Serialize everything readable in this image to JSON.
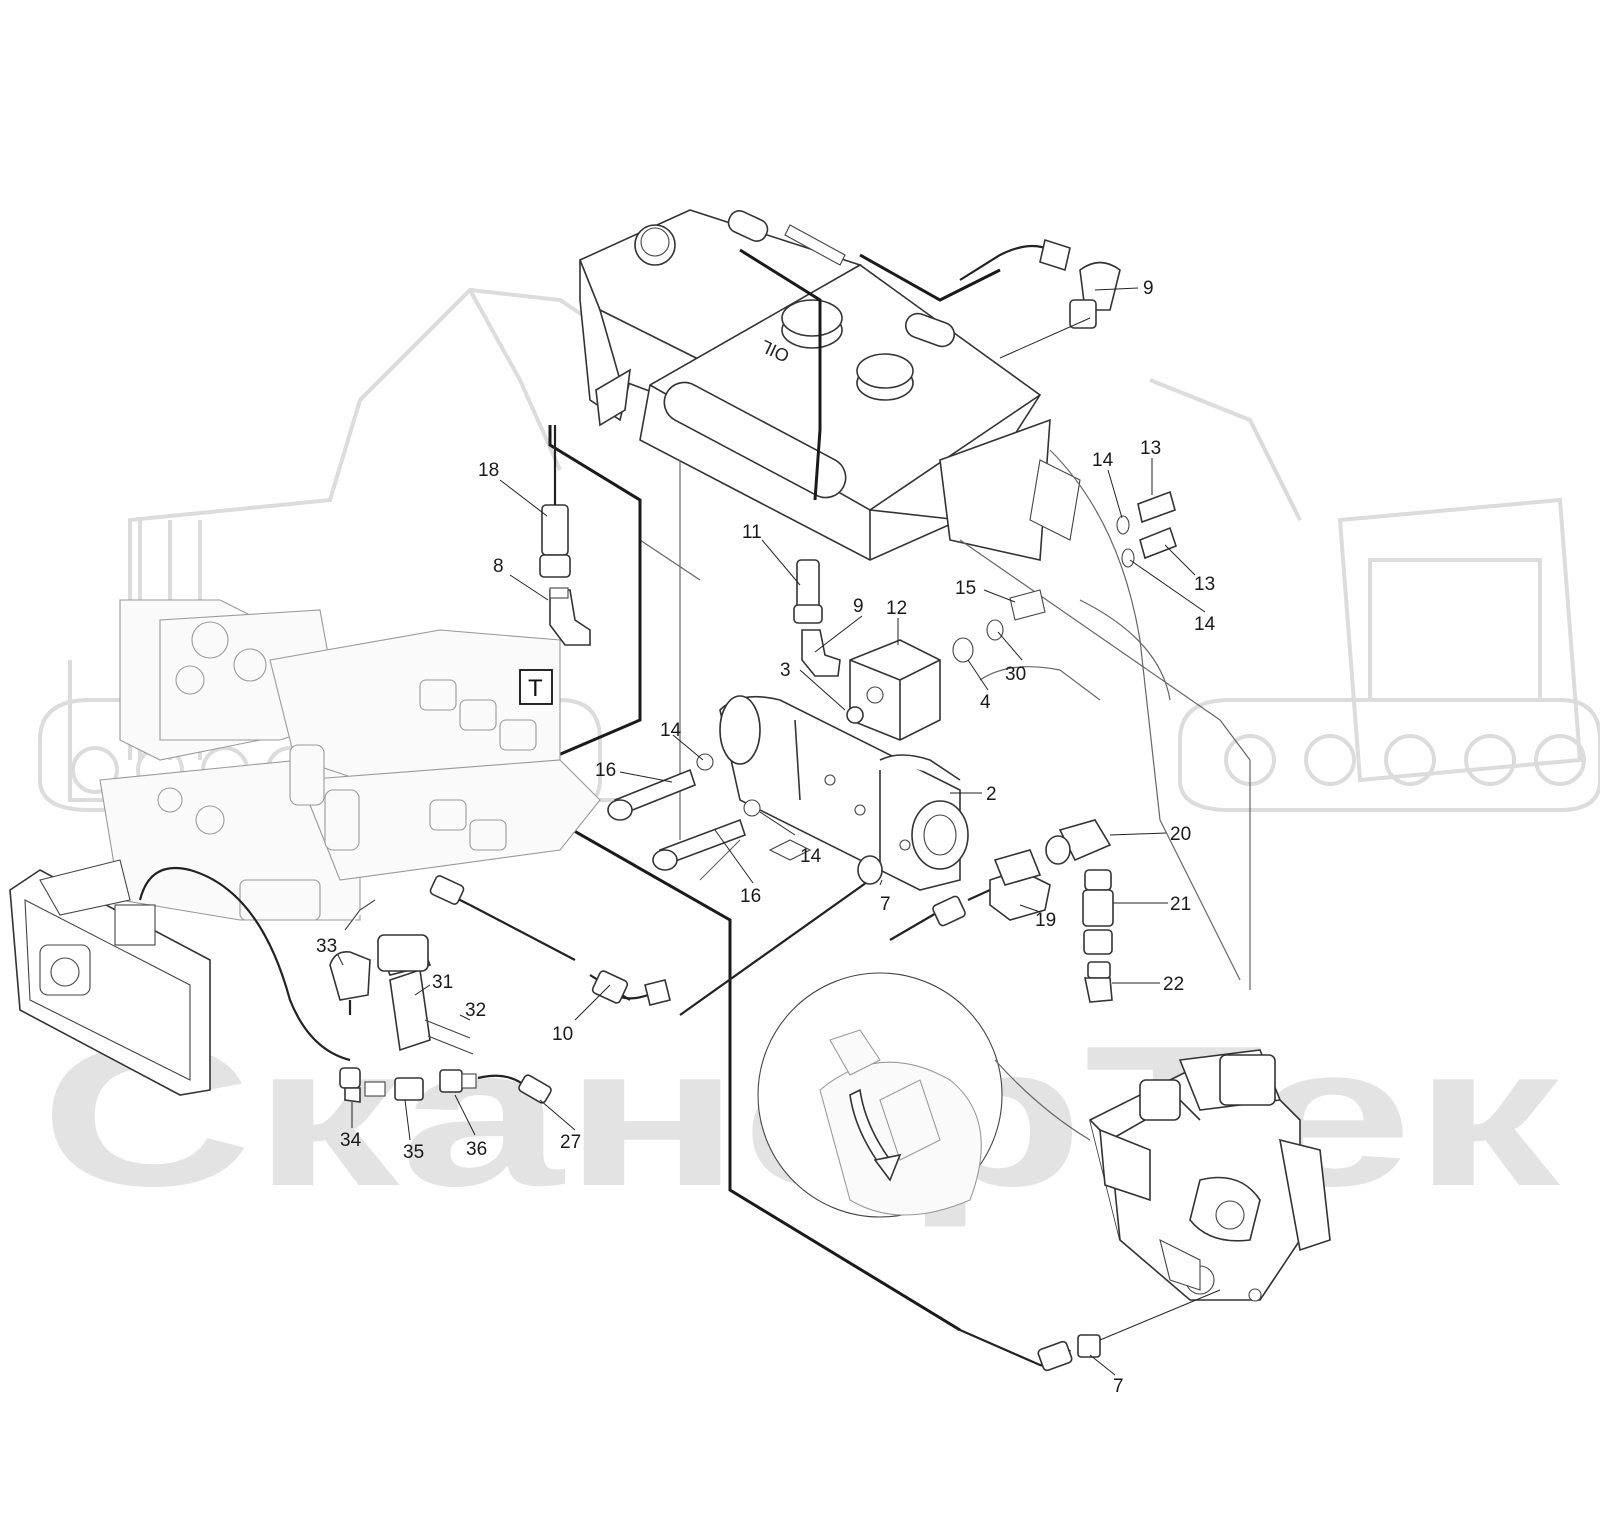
{
  "watermark": {
    "text": "СканерТек",
    "color": "#dedede"
  },
  "tank": {
    "oil_label": "OIL"
  },
  "legend_box": {
    "label": "T"
  },
  "callouts": [
    {
      "id": "c-9-top",
      "label": "9"
    },
    {
      "id": "c-18",
      "label": "18"
    },
    {
      "id": "c-8",
      "label": "8"
    },
    {
      "id": "c-11",
      "label": "11"
    },
    {
      "id": "c-9-mid",
      "label": "9"
    },
    {
      "id": "c-12",
      "label": "12"
    },
    {
      "id": "c-14-a",
      "label": "14"
    },
    {
      "id": "c-13-a",
      "label": "13"
    },
    {
      "id": "c-13-b",
      "label": "13"
    },
    {
      "id": "c-14-b",
      "label": "14"
    },
    {
      "id": "c-15",
      "label": "15"
    },
    {
      "id": "c-30",
      "label": "30"
    },
    {
      "id": "c-3",
      "label": "3"
    },
    {
      "id": "c-4",
      "label": "4"
    },
    {
      "id": "c-14-c",
      "label": "14"
    },
    {
      "id": "c-16-a",
      "label": "16"
    },
    {
      "id": "c-2",
      "label": "2"
    },
    {
      "id": "c-14-d",
      "label": "14"
    },
    {
      "id": "c-16-b",
      "label": "16"
    },
    {
      "id": "c-20",
      "label": "20"
    },
    {
      "id": "c-7-a",
      "label": "7"
    },
    {
      "id": "c-19",
      "label": "19"
    },
    {
      "id": "c-21",
      "label": "21"
    },
    {
      "id": "c-22",
      "label": "22"
    },
    {
      "id": "c-33",
      "label": "33"
    },
    {
      "id": "c-31",
      "label": "31"
    },
    {
      "id": "c-32",
      "label": "32"
    },
    {
      "id": "c-10",
      "label": "10"
    },
    {
      "id": "c-34",
      "label": "34"
    },
    {
      "id": "c-35",
      "label": "35"
    },
    {
      "id": "c-36",
      "label": "36"
    },
    {
      "id": "c-27",
      "label": "27"
    },
    {
      "id": "c-7-b",
      "label": "7"
    }
  ]
}
